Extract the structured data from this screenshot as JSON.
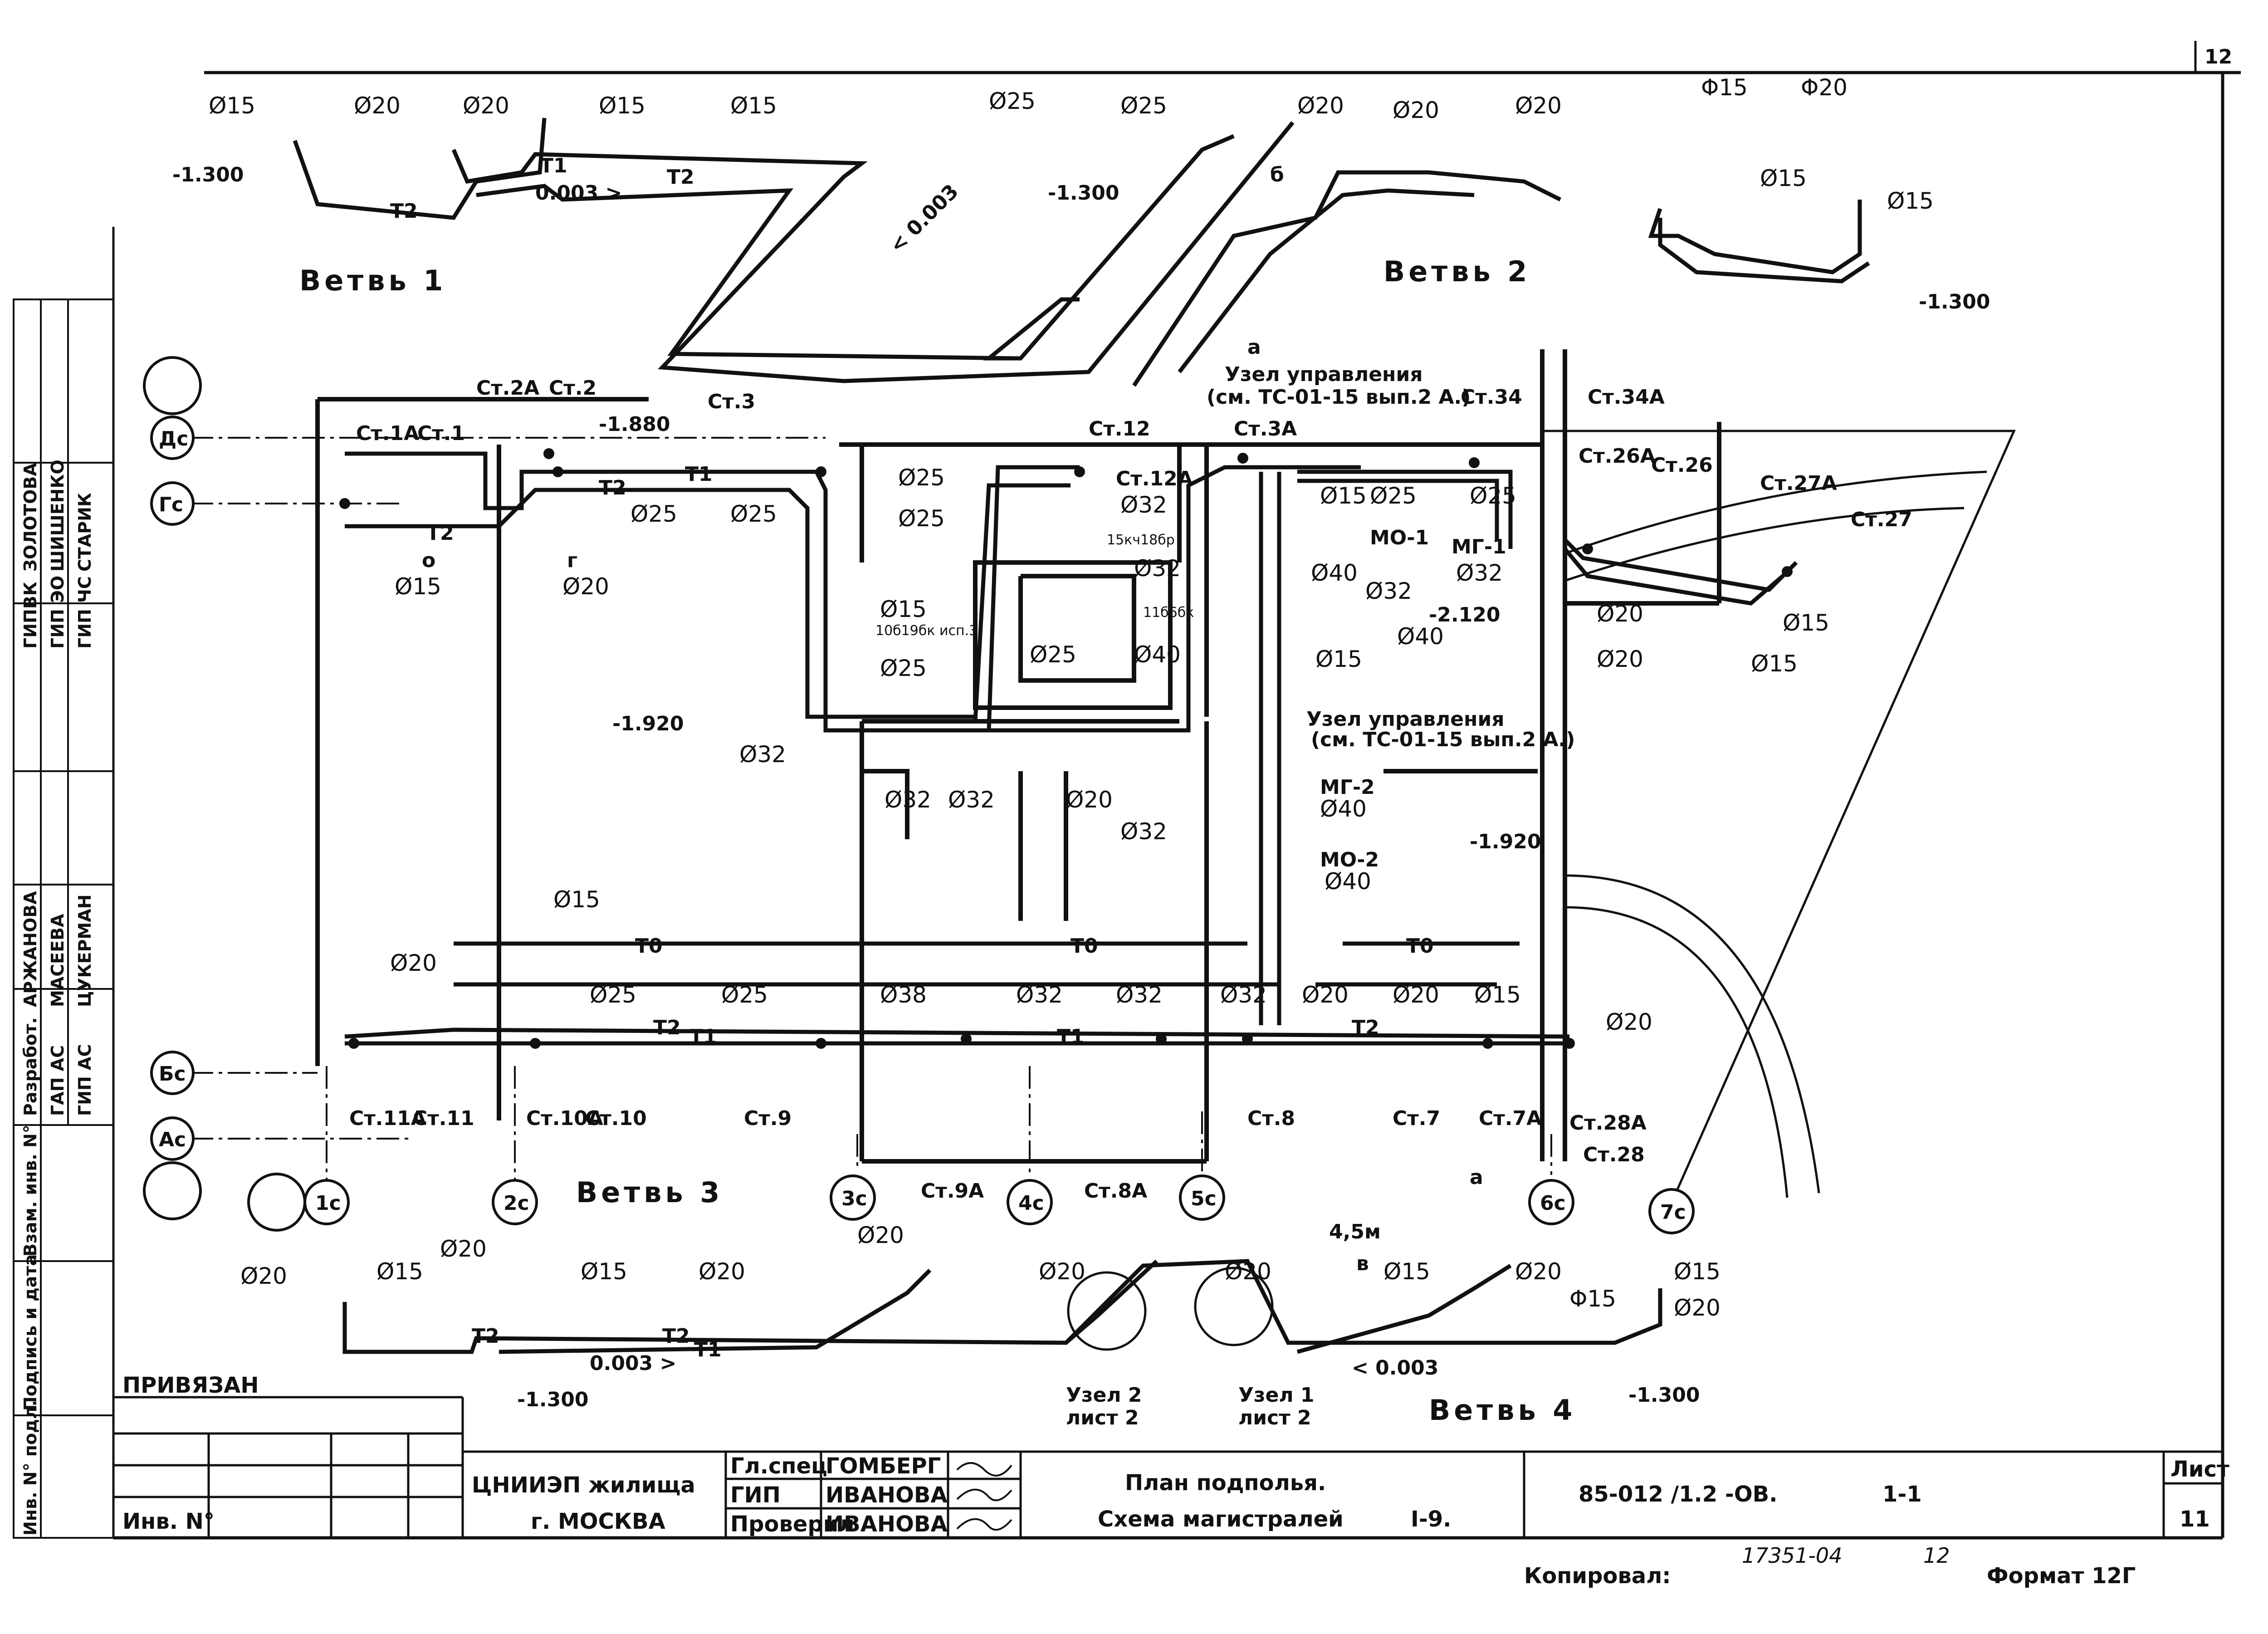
{
  "sheet": {
    "page_number": "12",
    "title_line1": "План подполья.",
    "title_line2": "Схема магистралей",
    "title_code": "I-9.",
    "doc_code": "85-012 /1.2 -ОВ.",
    "doc_suffix": "1-1",
    "sheet_label": "Лист",
    "sheet_no": "11",
    "org_line1": "ЦНИИЭП жилища",
    "org_line2": "г. МОСКВА",
    "attached": "ПРИВЯЗАН",
    "inv_no": "Инв. N°",
    "copied": "Копировал:",
    "copy_no": "17351-04",
    "copy_sheet": "12",
    "format": "Формат 12Г"
  },
  "signatures": [
    {
      "role": "Гл.спец",
      "name": "ГОМБЕРГ"
    },
    {
      "role": "ГИП",
      "name": "ИВАНОВА"
    },
    {
      "role": "Проверил",
      "name": "ИВАНОВА"
    }
  ],
  "side_stamp": {
    "rows": [
      {
        "role": "ГИПВК",
        "name": "ЗОЛОТОВА"
      },
      {
        "role": "ГИП ЭО",
        "name": "ШИШЕНКО"
      },
      {
        "role": "ГИП ЧС",
        "name": "СТАРИК"
      },
      {
        "role": "Разработ.",
        "name": "АРЖАНОВА"
      },
      {
        "role": "ГАП АС",
        "name": "МАСЕЕВА"
      },
      {
        "role": "ГИП АС",
        "name": "ЦУКЕРМАН"
      }
    ],
    "col_labels": [
      "Взам. инв. N°",
      "Подпись и дата",
      "Инв. N° подл."
    ]
  },
  "branches": [
    {
      "id": "b1",
      "label": "Ветвь 1"
    },
    {
      "id": "b2",
      "label": "Ветвь 2"
    },
    {
      "id": "b3",
      "label": "Ветвь 3"
    },
    {
      "id": "b4",
      "label": "Ветвь 4"
    }
  ],
  "axes": {
    "rows": [
      "Дс",
      "Гс",
      "Бс",
      "Ас"
    ],
    "cols": [
      "1с",
      "2с",
      "3с",
      "4с",
      "5с",
      "6с",
      "7с"
    ]
  },
  "risers": [
    "Ст.1А",
    "Ст.1",
    "Ст.2А",
    "Ст.2",
    "Ст.3",
    "Ст.3А",
    "Ст.12",
    "Ст.12А",
    "Ст.34",
    "Ст.34А",
    "Ст.26А",
    "Ст.26",
    "Ст.27А",
    "Ст.27",
    "Ст.11А",
    "Ст.11",
    "Ст.10А",
    "Ст.10",
    "Ст.9",
    "Ст.9А",
    "Ст.8А",
    "Ст.8",
    "Ст.7",
    "Ст.7А",
    "Ст.28А",
    "Ст.28"
  ],
  "nodes": {
    "control1": "Узел управления",
    "control1_ref": "(см. ТС-01-15 вып.2 А.)",
    "control2": "Узел управления",
    "control2_ref": "(см. ТС-01-15 вып.2 А.)",
    "node2": "Узел 2",
    "node2_sheet": "лист 2",
    "node1": "Узел 1",
    "node1_sheet": "лист 2"
  },
  "pipes": {
    "t0": "Т0",
    "t1": "Т1",
    "t2": "Т2"
  },
  "levels": [
    "-1.300",
    "-1.300",
    "-1.920",
    "-1.920",
    "-1.880",
    "-2.120",
    "-1.300",
    "-1.300",
    "-1.300"
  ],
  "slopes": [
    "0.003 >",
    "< 0.003",
    "0.003 >",
    "< 0.003"
  ],
  "diameters": {
    "d15": "Ø15",
    "d20": "Ø20",
    "d25": "Ø25",
    "d32": "Ø32",
    "d38": "Ø38",
    "d40": "Ø40",
    "d15b": "Ø 15",
    "d20b": "Ø 20",
    "d25b": "Ø 25",
    "d32b": "Ø 32",
    "phi15": "Φ15",
    "phi20": "Φ20",
    "phi": "Φ",
    "phi_o": "Ø"
  },
  "equipment": [
    "15кч18бр",
    "11б6бк",
    "10б19бк исп.3",
    "МО-1",
    "МГ-1",
    "МГ-2",
    "МО-2"
  ],
  "misc": [
    "а",
    "б",
    "в",
    "о",
    "г",
    "4,5м"
  ]
}
